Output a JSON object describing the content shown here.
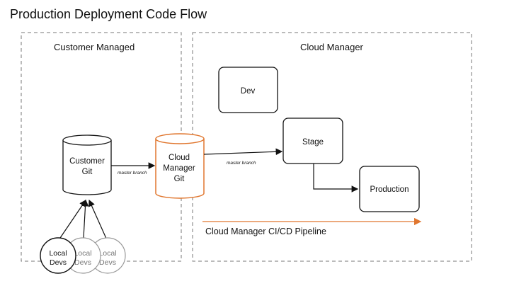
{
  "title": "Production Deployment Code Flow",
  "zones": {
    "customer": "Customer Managed",
    "cloud": "Cloud Manager"
  },
  "nodes": {
    "customer_git": [
      "Customer",
      "Git"
    ],
    "cloud_git": [
      "Cloud",
      "Manager",
      "Git"
    ],
    "dev": "Dev",
    "stage": "Stage",
    "production": "Production",
    "local_devs": [
      [
        "Local",
        "Devs"
      ],
      [
        "Local",
        "Devs"
      ],
      [
        "Local",
        "Devs"
      ]
    ]
  },
  "edges": {
    "customer_to_cloud": "master branch",
    "cloud_to_stage": "master branch"
  },
  "pipeline": "Cloud Manager CI/CD Pipeline",
  "colors": {
    "accent": "#e0762e",
    "stroke": "#111111",
    "dashed": "#777777",
    "faded": "#999999"
  }
}
